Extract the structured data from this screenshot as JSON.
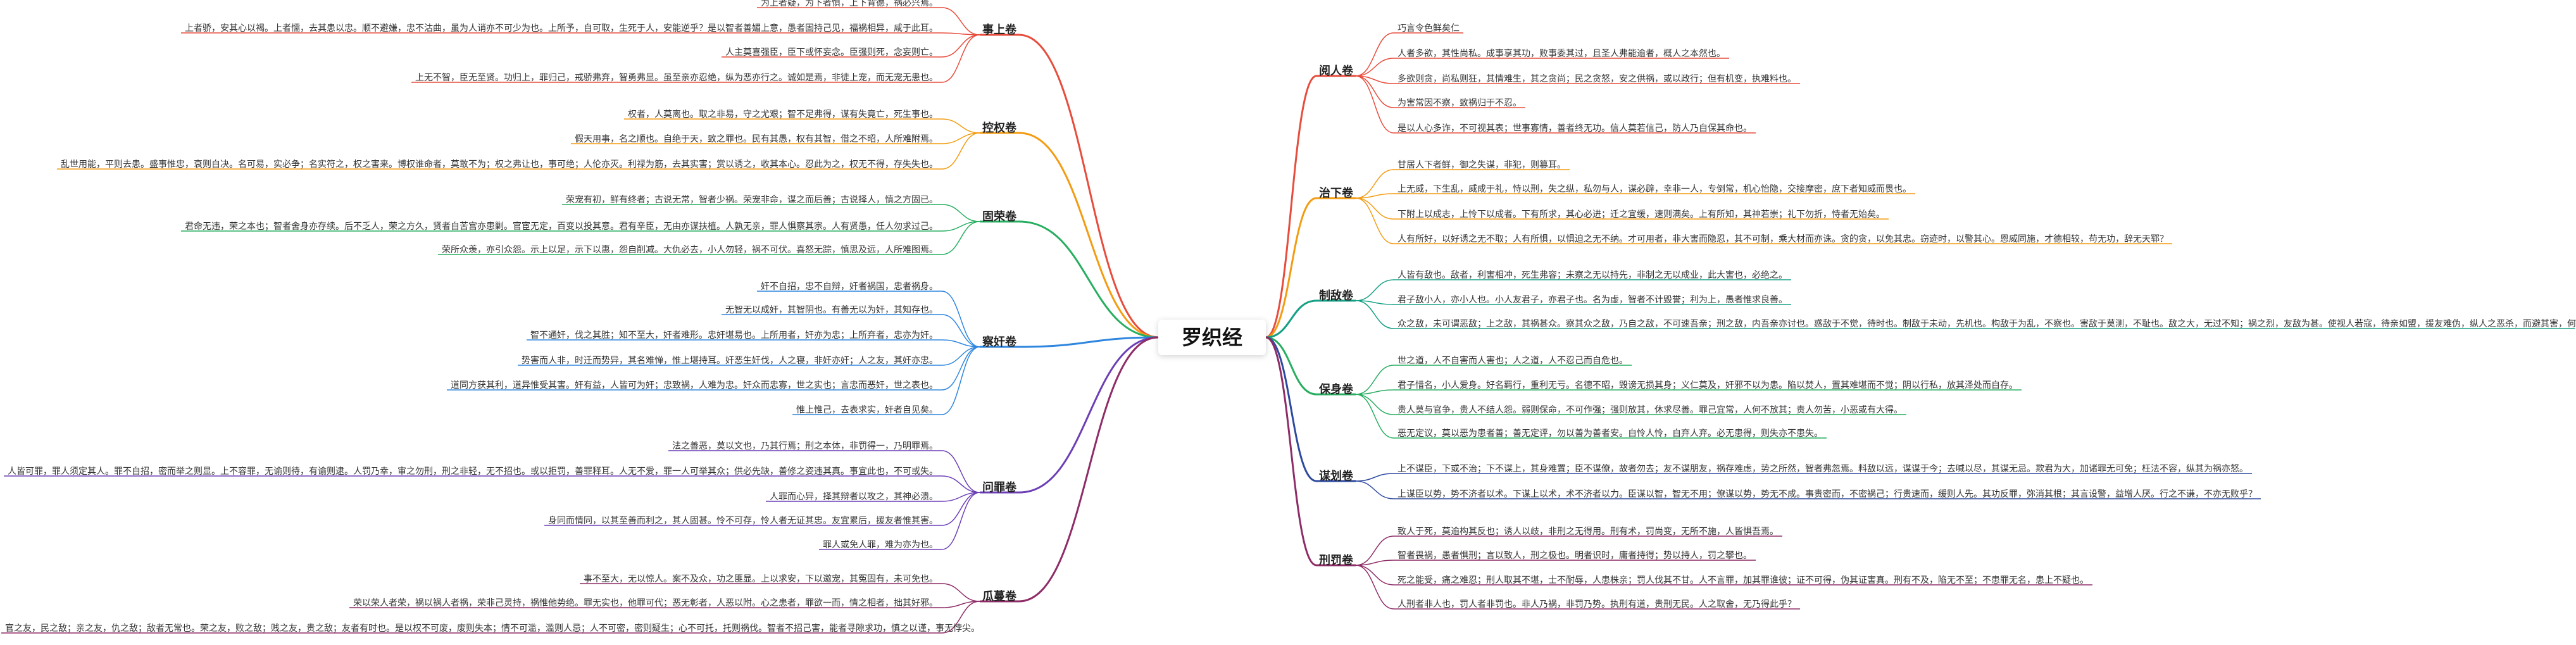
{
  "root": "罗织经",
  "branches": [
    {
      "label": "事上卷",
      "side": "left",
      "color": "#e74c3c",
      "leaves": [
        "为上者疑，为下者惧，上下背德，祸必兴焉。",
        "上者骄，安其心以褐。上者懦，去其患以忠。顺不避嫌，忠不沽曲，虽为人诮亦不可少为也。上所予，自可取，生死于人，安能逆乎？是以智者善媚上意，愚者固持己见，福祸相异，咸于此耳。",
        "人主莫喜强臣，臣下或怀妄念。臣强则死，念妄则亡。",
        "上无不智，臣无至贤。功归上，罪归己，戒骄弗弃，智勇弗显。虽至亲亦忍绝，纵为恶亦行之。诚如是焉，非徒上宠，而无宠无患也。"
      ]
    },
    {
      "label": "控权卷",
      "side": "left",
      "color": "#f39c12",
      "leaves": [
        "权者，人莫离也。取之非易，守之尤艰；智不足弗得，谋有失竟亡，死生事也。",
        "假天用事，名之顺也。自绝于天，致之罪也。民有其愚，权有其智，借之不昭，人所难附焉。",
        "乱世用能，平则去患。盛事惟忠，衰则自决。名可易，实必争；名实符之，权之害来。博权谁命者，莫敢不为；权之弗让也，事可绝；人伦亦灭。利禄为筋，去其实害；赏以诱之，收其本心。忍此为之，权无不得，存失失也。"
      ]
    },
    {
      "label": "固荣卷",
      "side": "left",
      "color": "#27ae60",
      "leaves": [
        "荣宠有初，鲜有终者；古说无常，智者少祸。荣宠非命，谋之而后善；古说择人，慎之方固已。",
        "君命无违，荣之本也；智者舍身亦存续。后不乏人，荣之方久，贤者自苦宫亦患剿。官宦无定，百变以投其意。君有辛臣，无由亦谋扶植。人孰无亲，罪人惧察其宗。人有贤愚，任人勿求过己。",
        "荣所众羡，亦引众怨。示上以足，示下以惠，怨自削减。大仇必去，小人勿轻，祸不可伏。喜怒无踪，慎思及远，人所难图焉。"
      ]
    },
    {
      "label": "察奸卷",
      "side": "left",
      "color": "#2e86de",
      "leaves": [
        "奸不自招，忠不自辩，奸者祸国，忠者祸身。",
        "无智无以成奸，其智阴也。有善无以为奸，其知存也。",
        "智不通奸，伐之其胜；知不至大，奸者难形。忠奸堪易也。上所用者，奸亦为忠；上所弃者，忠亦为奸。",
        "势害而人非，时迁而势异，其名难惮，惟上堪持耳。奸恶生奸伐，人之寝，非奸亦奸；人之友，其奸亦忠。",
        "道同方获其利，道异惟受其害。奸有益，人皆可为奸；忠致祸，人难为忠。奸众而忠寡，世之实也；言忠而恶奸，世之表也。",
        "惟上惟己，去表求实，奸者自见矣。"
      ]
    },
    {
      "label": "问罪卷",
      "side": "left",
      "color": "#6c3fb5",
      "leaves": [
        "法之善恶，莫以文也，乃其行焉；刑之本体，非罚得一，乃明罪焉。",
        "人皆可罪，罪人须定其人。罪不自招，密而举之则显。上不容罪，无谕则待，有谕则逮。人罚乃幸，审之勿刑，刑之非轻，无不招也。或以拒罚，善罪释耳。人无不爱，罪一人可举其众；供必先缺，善修之姿违其真。事宜此也，不可或失。",
        "人罪而心异，择其辩者以攻之，其神必溃。",
        "身同而情同，以其至善而利之，其人固甚。怜不可存，怜人者无证其忠。友宜累后，援友者惟其害。",
        "罪人或免人罪，难为亦为也。"
      ]
    },
    {
      "label": "瓜蔓卷",
      "side": "left",
      "color": "#8e2c67",
      "leaves": [
        "事不至大，无以惊人。案不及众，功之匪显。上以求安，下以邀宠，其冤固有，未可免也。",
        "荣以荣人者荣，祸以祸人者祸，荣非己灵持，祸惟他势绝。罪无实也，他罪可代；恶无彰者，人恶以附。心之患者，罪欲一而，情之相者，拙其好邪。",
        "官之友，民之敌；亲之友，仇之敌；敌者无常也。荣之友，败之敌；贱之友，贵之敌；友者有时也。是以权不可废，废则失本；情不可滥，滥则人忌；人不可密，密则疑生；心不可托，托则祸伐。智者不招己害，能者寻隙求功，慎之以谨，事无悖尖。"
      ]
    },
    {
      "label": "阅人卷",
      "side": "right",
      "color": "#e74c3c",
      "leaves": [
        "巧言令色鲜矣仁",
        "人者多欲，其性尚私。成事享其功，败事委其过，且圣人弗能逾者，概人之本然也。",
        "多欲则贪，尚私则狂，其情难生，其之贪尚；民之贪怒，安之供祸，或以政行；但有机变，执难料也。",
        "为害常因不察，致祸归于不忍。",
        "是以人心多诈，不可视其表；世事寡情，善者终无功。信人莫若信己，防人乃自保其命也。"
      ]
    },
    {
      "label": "治下卷",
      "side": "right",
      "color": "#f39c12",
      "leaves": [
        "甘居人下者鲜，御之失谋，非犯，则篡耳。",
        "上无威，下生乱，威成于礼，恃以刑，失之纵，私勿与人，谋必辟，幸非一人，专倒常，机心怡隐，交接摩密，庶下者知威而畏也。",
        "下附上以成志，上怜下以成者。下有所求，其心必进；迁之宜缓，速则满矣。上有所知，其神若崇；礼下勿折，恃者无始矣。",
        "人有所好，以好诱之无不取；人有所惧，以惧迫之无不纳。才可用者，非大害而隐忍，其不可制，乘大材而亦诛。贪的贪，以免其忠。窃迹时，以警其心。恩威同施，才德相较，苟无功，辞无天郓？"
      ]
    },
    {
      "label": "制敌卷",
      "side": "right",
      "color": "#16a085",
      "leaves": [
        "人皆有敌也。敌者，利害相冲，死生弗容；未察之无以持先，非制之无以成业，此大害也，必绝之。",
        "君子敌小人，亦小人也。小人友君子，亦君子也。名为虚，智者不计毁誉；利为上，愚者惟求良善。",
        "众之敌，未可谓恶敌；上之敌，其祸甚众。察其众之敌，乃自之敌，不可速吾亲；刑之敌，内吾亲亦讨也。惑敌于不觉，待时也。制敌于未动，先机也。构敌于为乱，不察也。害敌于莫测，不耻也。敌之大，无过不知；祸之烈，友敌为甚。使视人若寇，待亲如盟，援友难伪，纵人之恶杀，而避其害，何损焉？"
      ]
    },
    {
      "label": "保身卷",
      "side": "right",
      "color": "#27ae60",
      "leaves": [
        "世之道，人不自害而人害也；人之道，人不忍己而自危也。",
        "君子惜名，小人爱身。好名羁行，重利无亏。名德不昭，毁谤无损其身；义仁莫及，奸邪不以为患。陷以焚人，置其难堪而不觉；阴以行私，放其泽处而自存。",
        "贵人莫与官争，贵人不结人怨。弱则保命，不可作强；强则放其，休求尽善。罪己宜常，人何不放其；责人勿苦，小恶或有大得。",
        "恶无定议，莫以恶为患者善；善无定评，勿以善为善者安。自怜人怜，自弃人弃。必无患得，则失亦不患失。"
      ]
    },
    {
      "label": "谋划卷",
      "side": "right",
      "color": "#2e4a9e",
      "leaves": [
        "上不谋臣，下或不治；下不谋上，其身难置；臣不谋僚，故者勿去；友不谋朋友，祸存难虑，势之所然，智者弗忽焉。料敌以远，谋谋于今；去喊以尽，其谋无忌。欺君为大，加诸罪无可免；枉法不容，纵其为祸亦怒。",
        "上谋臣以势，势不济者以术。下谋上以术，术不济者以力。臣谋以智，智无不用；僚谋以势，势无不成。事贵密而，不密祸己；行贵速而，缓则人先。其功反罪，弥消其根；其言设警，益增人厌。行之不谦，不亦无败乎？"
      ]
    },
    {
      "label": "刑罚卷",
      "side": "right",
      "color": "#8e2c67",
      "leaves": [
        "致人于死，莫逾构其反也；诱人以歧，非刑之无得用。刑有术，罚尚变，无所不施，人皆惧吾焉。",
        "智者畏祸，愚者惧刑；言以致人，刑之极也。明者识时，庸者持得；势以持人，罚之攀也。",
        "死之能受，痛之难忍；刑人取其不堪，士不耐辱，人患株亲；罚人伐其不甘。人不言罪，加其罪谁彼；证不可得，伪其证害真。刑有不及，陷无不至；不患罪无名，患上不疑也。",
        "人刑者非人也，罚人者非罚也。非人乃祸，非罚乃势。执刑有道，贵刑无民。人之取舍，无乃得此乎？"
      ]
    }
  ]
}
